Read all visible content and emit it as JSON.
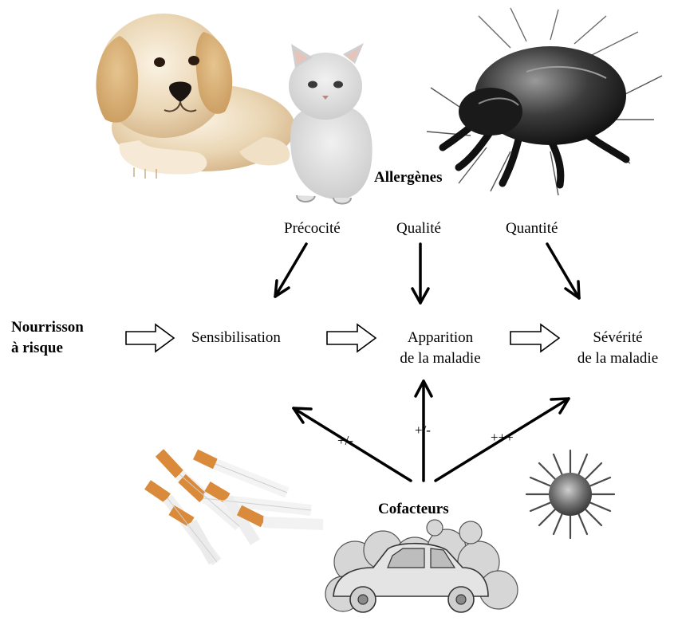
{
  "allergens": {
    "title": "Allergènes",
    "factors": [
      "Précocité",
      "Qualité",
      "Quantité"
    ]
  },
  "risk": {
    "line1": "Nourrisson",
    "line2": "à risque"
  },
  "stages": {
    "sensibilisation": "Sensibilisation",
    "apparition_line1": "Apparition",
    "apparition_line2": "de la maladie",
    "severite_line1": "Sévérité",
    "severite_line2": "de la maladie"
  },
  "cofactors": {
    "title": "Cofacteurs",
    "effects": [
      "+/-",
      "+/-",
      "+++"
    ]
  },
  "illustrations": {
    "dog": "dog-illustration",
    "cat": "kitten-illustration",
    "mite": "dust-mite-illustration",
    "cigarettes": "cigarettes-illustration",
    "virus": "virus-illustration",
    "pollution": "car-exhaust-pollution-illustration"
  }
}
